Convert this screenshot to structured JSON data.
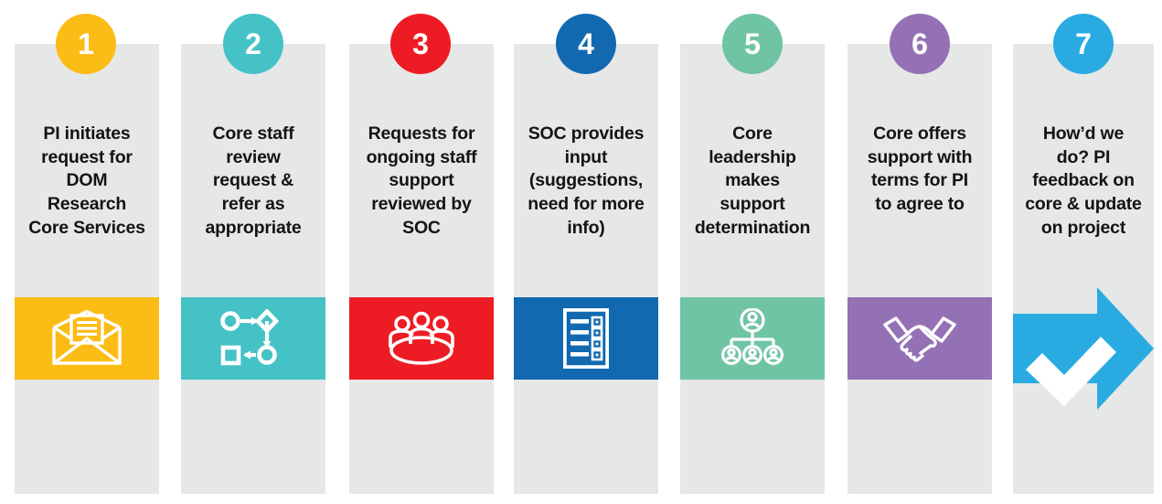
{
  "diagram": {
    "title": "DOM Research Core Services request process",
    "type": "horizontal-process-steps",
    "background": "#ffffff",
    "column_color": "#e6e7e7",
    "text_color": "#141414",
    "badge_text_color": "#ffffff",
    "steps": [
      {
        "number": "1",
        "color": "#fbbc16",
        "text": "PI initiates\nrequest for\nDOM\nResearch\nCore Services",
        "icon": "open-envelope-letter-icon",
        "icon_label": "open envelope with letter"
      },
      {
        "number": "2",
        "color": "#45c2c6",
        "text": "Core staff\nreview\nrequest &\nrefer as\nappropriate",
        "icon": "flowchart-icon",
        "icon_label": "flowchart with circle, diamond and square nodes"
      },
      {
        "number": "3",
        "color": "#ed1c24",
        "text": "Requests for\nongoing staff\nsupport\nreviewed by\nSOC",
        "icon": "meeting-group-icon",
        "icon_label": "three people around a round table"
      },
      {
        "number": "4",
        "color": "#1269b0",
        "text": "SOC provides\ninput\n(suggestions,\nneed for more\ninfo)",
        "icon": "checklist-document-icon",
        "icon_label": "document with checklist rows"
      },
      {
        "number": "5",
        "color": "#6fc4a4",
        "text": "Core\nleadership\nmakes\nsupport\ndetermination",
        "icon": "org-chart-icon",
        "icon_label": "organization chart with leader and three reports"
      },
      {
        "number": "6",
        "color": "#9471b4",
        "text": "Core offers\nsupport with\nterms for PI\nto agree to",
        "icon": "handshake-icon",
        "icon_label": "two hands shaking"
      },
      {
        "number": "7",
        "color": "#29abe2",
        "text": "How’d we\ndo?  PI\nfeedback on\ncore & update\non project",
        "icon": "arrow-right-checkmark-icon",
        "icon_label": "right pointing arrow containing a white checkmark"
      }
    ]
  }
}
